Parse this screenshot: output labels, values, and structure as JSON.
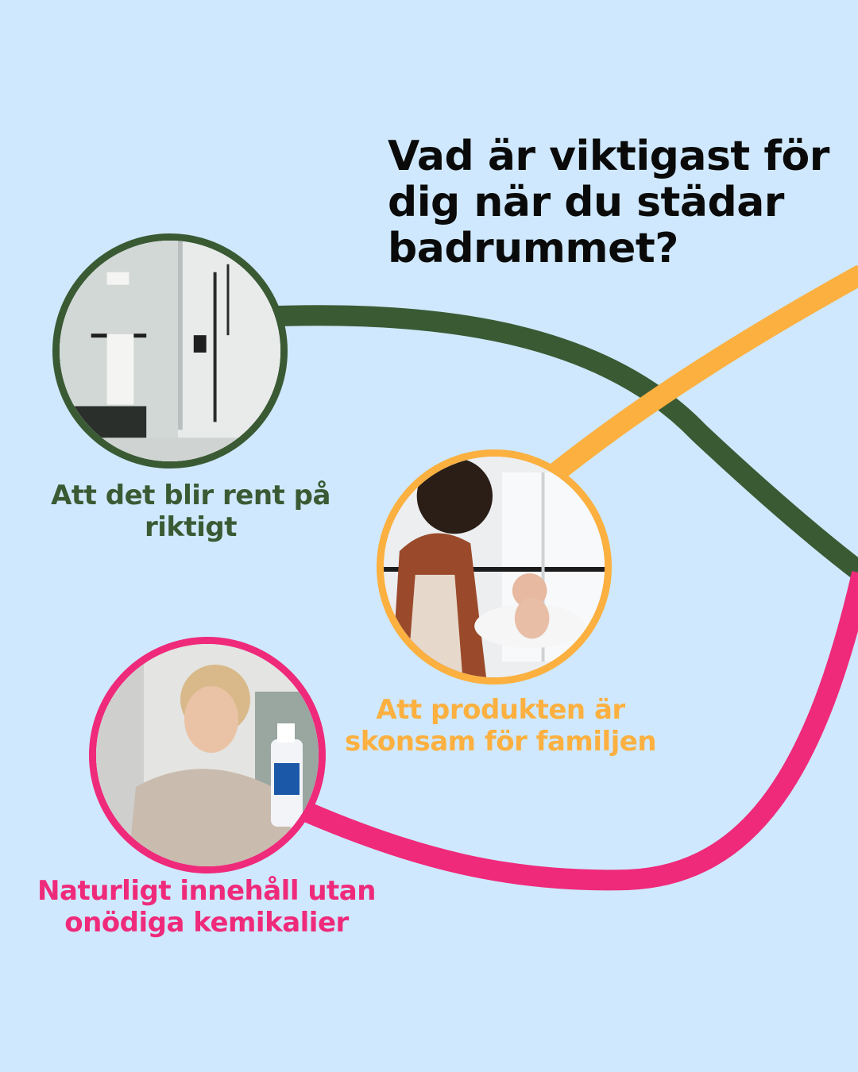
{
  "headline": "Vad är viktigast för dig när du städar badrummet?",
  "options": [
    {
      "label": "Att det blir rent på riktigt",
      "color": "#3a5a34",
      "image": "bathroom-shower-photo"
    },
    {
      "label": "Att produkten är skonsam för familjen",
      "color": "#fbb040",
      "image": "mother-bathing-baby-photo"
    },
    {
      "label": "Naturligt innehåll utan onödiga kemikalier",
      "color": "#ef2a7a",
      "image": "woman-reading-spray-bottle-photo"
    }
  ],
  "colors": {
    "background": "#cfe8fd",
    "text": "#0a0a0a"
  }
}
